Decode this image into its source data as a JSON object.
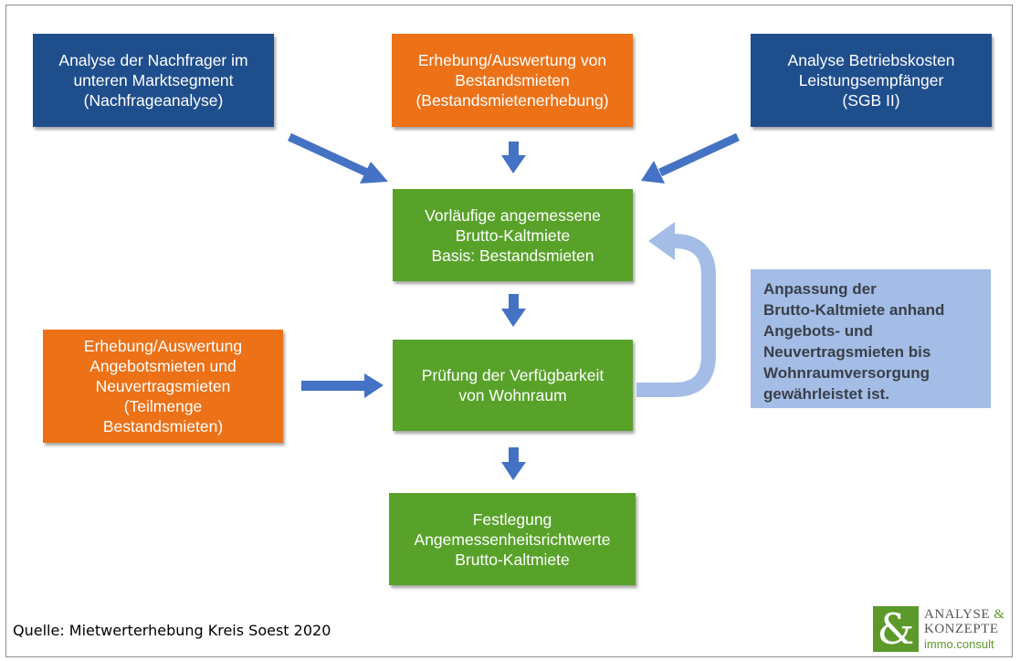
{
  "boxes": {
    "nachfrageanalyse": "Analyse der Nachfrager im\nunteren Marktsegment\n(Nachfrageanalyse)",
    "bestandsmieten": "Erhebung/Auswertung von\nBestandsmieten\n(Bestandsmietenerhebung)",
    "betriebskosten": "Analyse Betriebskosten\nLeistungsempfänger\n(SGB II)",
    "vorlaeufige_miete": "Vorläufige angemessene\nBrutto-Kaltmiete\nBasis: Bestandsmieten",
    "angebotsmieten": "Erhebung/Auswertung\nAngebotsmieten und\nNeuvertragsmieten\n(Teilmenge\nBestandsmieten)",
    "pruefung": "Prüfung der Verfügbarkeit\nvon Wohnraum",
    "festlegung": "Festlegung\nAngemessenheitsrichtwerte\nBrutto-Kaltmiete",
    "anpassung": "Anpassung der\nBrutto-Kaltmiete anhand\nAngebots- und\nNeuvertragsmieten bis\nWohnraumversorgung\ngewährleistet ist."
  },
  "source": "Quelle: Mietwerterhebung Kreis Soest 2020",
  "logo": {
    "mark": "&",
    "line1": "ANALYSE",
    "amp": "&",
    "line2": "KONZEPTE",
    "line3": "immo.consult"
  },
  "colors": {
    "navy": "#1f4e8c",
    "orange": "#ec7117",
    "green": "#58a22a",
    "light_blue": "#a3bde6",
    "arrow": "#4472c4"
  }
}
